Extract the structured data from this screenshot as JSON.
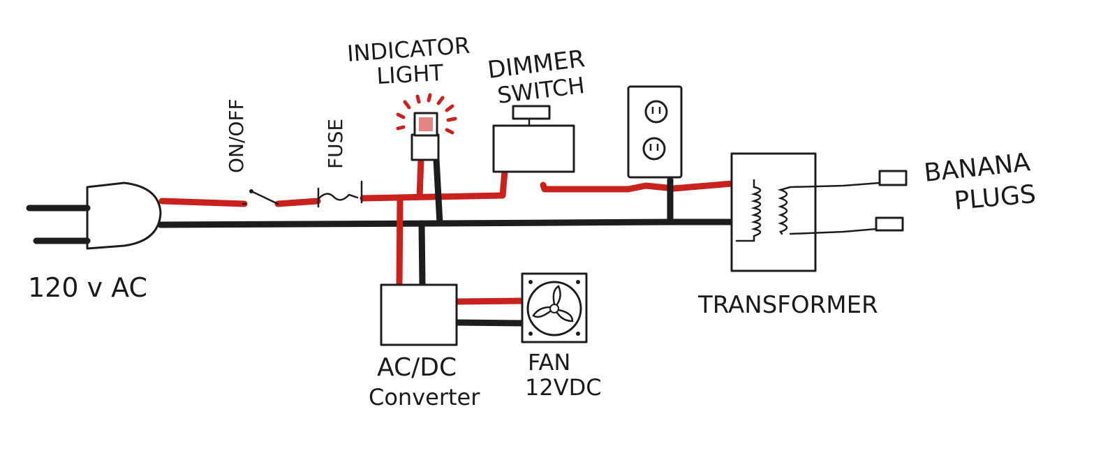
{
  "labels": {
    "power_source": "120 v AC",
    "switch": "ON/OFF",
    "fuse": "FUSE",
    "indicator_line1": "INDICATOR",
    "indicator_line2": "LIGHT",
    "dimmer_line1": "DIMMER",
    "dimmer_line2": "SWITCH",
    "banana_line1": "BANANA",
    "banana_line2": "PLUGS",
    "transformer": "TRANSFORMER",
    "converter_line1": "AC/DC",
    "converter_line2": "Converter",
    "fan_line1": "FAN",
    "fan_line2": "12VDC"
  },
  "colors": {
    "hot_wire": "#c9211e",
    "neutral_wire": "#1d1d1f",
    "outline": "#1d1d1f",
    "background": "#ffffff"
  }
}
